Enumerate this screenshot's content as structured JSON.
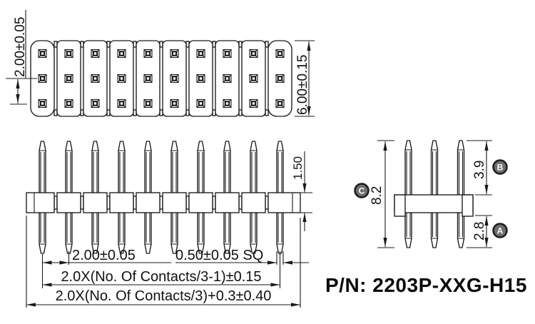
{
  "meta": {
    "background_color": "#ffffff",
    "line_color": "#1a1a1a",
    "drawing_type": "pin header connector technical drawing"
  },
  "part_number": "P/N: 2203P-XXG-H15",
  "top_view": {
    "segments": 10,
    "pin_rows": 3,
    "total_pins": 30,
    "dim_row_pitch": "2.00±0.05",
    "dim_body_width": "6.00±0.15"
  },
  "front_view": {
    "pin_columns": 10,
    "dim_base_thickness": "1.50",
    "dim_pin_pitch": "2.00±0.05",
    "dim_pin_square": "0.50±0.05 SQ",
    "dim_pin_span": "2.0X(No. Of Contacts/3-1)±0.15",
    "dim_overall_length": "2.0X(No. Of Contacts/3)+0.3±0.40"
  },
  "side_view": {
    "pins": 3,
    "dim_overall_height": "8.2",
    "dim_top_length": "3.9",
    "dim_bottom_length": "2.8",
    "balloon_overall": "C",
    "balloon_top": "B",
    "balloon_bottom": "A"
  }
}
